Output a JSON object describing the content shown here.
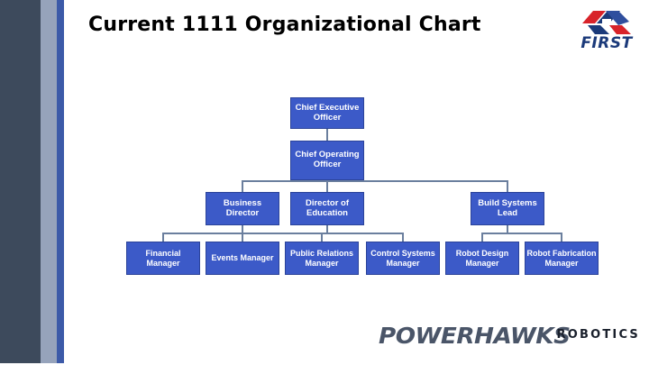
{
  "slide": {
    "title": "Current 1111 Organizational Chart"
  },
  "brand_logo": {
    "name": "FIRST",
    "wordmark": "FIRST",
    "colors": {
      "blue": "#1b3a7a",
      "red": "#d8232a",
      "white": "#ffffff"
    }
  },
  "team_logo": {
    "wordmark": "POWERHAWKS",
    "subtitle": "ROBOTICS",
    "colors": {
      "wordmark": "#4a5568",
      "subtitle": "#1a202c"
    }
  },
  "theme": {
    "node_fill": "#3c5ac8",
    "node_border": "#2b4399",
    "node_text": "#ffffff",
    "connector": "#6b7f9e",
    "sidebar_dark": "#3d4a5c",
    "sidebar_light": "#96a3bb",
    "sidebar_accent": "#3c5aa8"
  },
  "org_chart": {
    "type": "org-chart",
    "levels": [
      {
        "level": 1,
        "nodes": [
          {
            "id": "ceo",
            "label": "Chief Executive Officer"
          }
        ]
      },
      {
        "level": 2,
        "nodes": [
          {
            "id": "coo",
            "label": "Chief Operating Officer"
          }
        ]
      },
      {
        "level": 3,
        "nodes": [
          {
            "id": "business",
            "label": "Business Director"
          },
          {
            "id": "education",
            "label": "Director of Education"
          },
          {
            "id": "build",
            "label": "Build Systems Lead"
          }
        ]
      },
      {
        "level": 4,
        "nodes": [
          {
            "id": "financial",
            "label": "Financial Manager"
          },
          {
            "id": "events",
            "label": "Events Manager"
          },
          {
            "id": "pr",
            "label": "Public Relations Manager"
          },
          {
            "id": "controls",
            "label": "Control Systems Manager"
          },
          {
            "id": "design",
            "label": "Robot Design Manager"
          },
          {
            "id": "fabrication",
            "label": "Robot Fabrication Manager"
          }
        ]
      }
    ],
    "edges": [
      {
        "from": "ceo",
        "to": "coo"
      },
      {
        "from": "coo",
        "to": "business"
      },
      {
        "from": "coo",
        "to": "education"
      },
      {
        "from": "coo",
        "to": "build"
      },
      {
        "from": "business",
        "to": "financial"
      },
      {
        "from": "business",
        "to": "events"
      },
      {
        "from": "education",
        "to": "pr"
      },
      {
        "from": "education",
        "to": "controls"
      },
      {
        "from": "build",
        "to": "design"
      },
      {
        "from": "build",
        "to": "fabrication"
      }
    ]
  }
}
